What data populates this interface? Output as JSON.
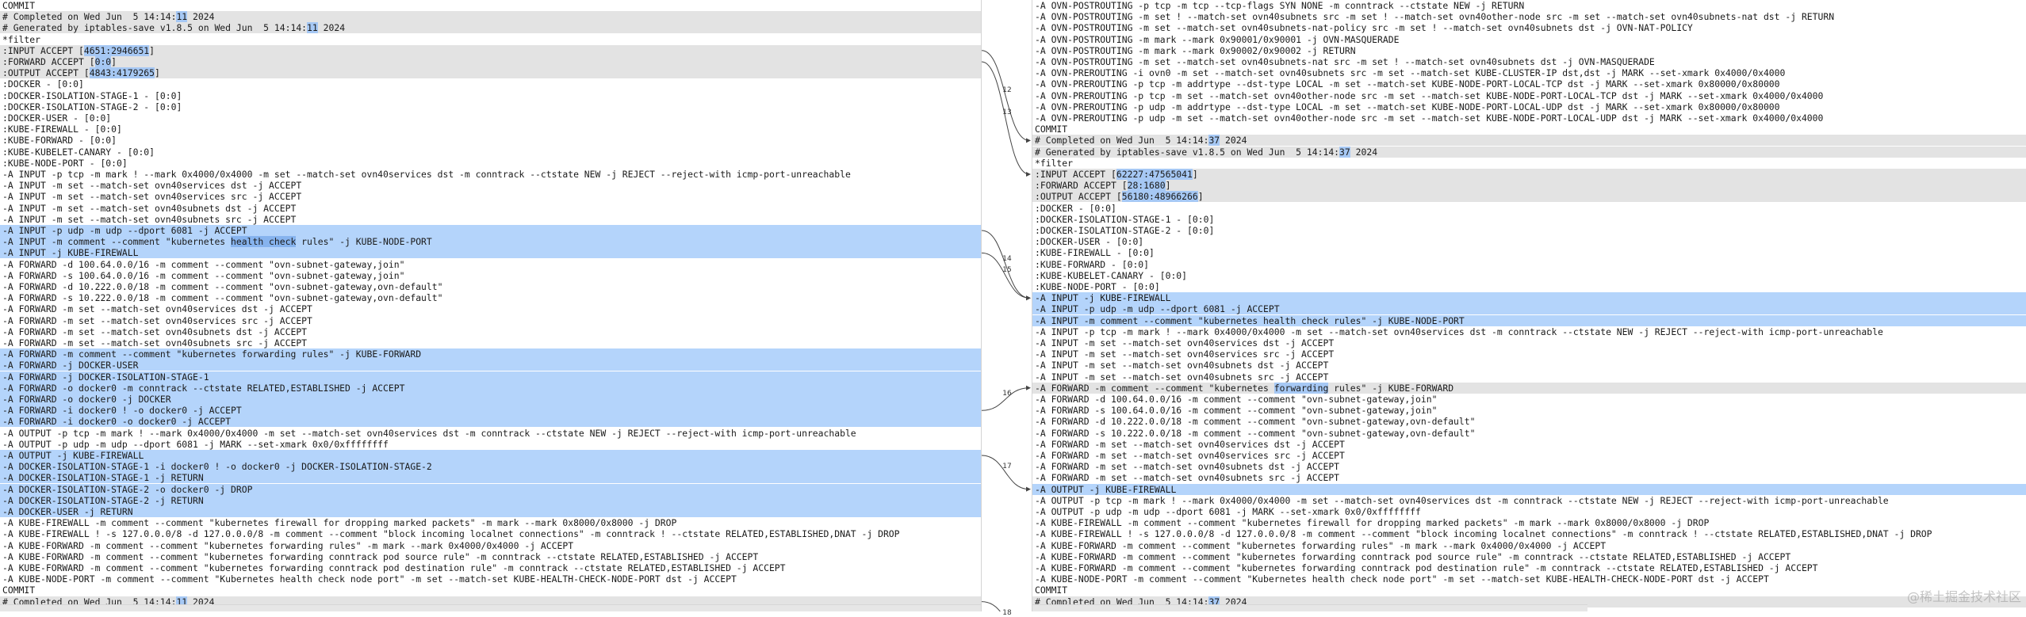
{
  "left": {
    "lines": [
      {
        "t": "COMMIT",
        "k": "ctx"
      },
      {
        "t": "# Completed on Wed Jun  5 14:14:11 2024",
        "k": "chg",
        "hl": "11"
      },
      {
        "t": "# Generated by iptables-save v1.8.5 on Wed Jun  5 14:14:11 2024",
        "k": "chg",
        "hl": "11"
      },
      {
        "t": "*filter",
        "k": "ctx"
      },
      {
        "t": ":INPUT ACCEPT [4651:2946651]",
        "k": "chg",
        "hl": "4651:2946651"
      },
      {
        "t": ":FORWARD ACCEPT [0:0]",
        "k": "chg",
        "hl": "0:0"
      },
      {
        "t": ":OUTPUT ACCEPT [4843:4179265]",
        "k": "chg",
        "hl": "4843:4179265"
      },
      {
        "t": ":DOCKER - [0:0]",
        "k": "ctx"
      },
      {
        "t": ":DOCKER-ISOLATION-STAGE-1 - [0:0]",
        "k": "ctx"
      },
      {
        "t": ":DOCKER-ISOLATION-STAGE-2 - [0:0]",
        "k": "ctx"
      },
      {
        "t": ":DOCKER-USER - [0:0]",
        "k": "ctx"
      },
      {
        "t": ":KUBE-FIREWALL - [0:0]",
        "k": "ctx"
      },
      {
        "t": ":KUBE-FORWARD - [0:0]",
        "k": "ctx"
      },
      {
        "t": ":KUBE-KUBELET-CANARY - [0:0]",
        "k": "ctx"
      },
      {
        "t": ":KUBE-NODE-PORT - [0:0]",
        "k": "ctx"
      },
      {
        "t": "-A INPUT -p tcp -m mark ! --mark 0x4000/0x4000 -m set --match-set ovn40services dst -m conntrack --ctstate NEW -j REJECT --reject-with icmp-port-unreachable",
        "k": "ctx"
      },
      {
        "t": "-A INPUT -m set --match-set ovn40services dst -j ACCEPT",
        "k": "ctx"
      },
      {
        "t": "-A INPUT -m set --match-set ovn40services src -j ACCEPT",
        "k": "ctx"
      },
      {
        "t": "-A INPUT -m set --match-set ovn40subnets dst -j ACCEPT",
        "k": "ctx"
      },
      {
        "t": "-A INPUT -m set --match-set ovn40subnets src -j ACCEPT",
        "k": "ctx"
      },
      {
        "t": "-A INPUT -p udp -m udp --dport 6081 -j ACCEPT",
        "k": "mov"
      },
      {
        "t": "-A INPUT -m comment --comment \"kubernetes health check rules\" -j KUBE-NODE-PORT",
        "k": "mov",
        "hl": "health check"
      },
      {
        "t": "-A INPUT -j KUBE-FIREWALL",
        "k": "mov"
      },
      {
        "t": "-A FORWARD -d 100.64.0.0/16 -m comment --comment \"ovn-subnet-gateway,join\"",
        "k": "ctx"
      },
      {
        "t": "-A FORWARD -s 100.64.0.0/16 -m comment --comment \"ovn-subnet-gateway,join\"",
        "k": "ctx"
      },
      {
        "t": "-A FORWARD -d 10.222.0.0/18 -m comment --comment \"ovn-subnet-gateway,ovn-default\"",
        "k": "ctx"
      },
      {
        "t": "-A FORWARD -s 10.222.0.0/18 -m comment --comment \"ovn-subnet-gateway,ovn-default\"",
        "k": "ctx"
      },
      {
        "t": "-A FORWARD -m set --match-set ovn40services dst -j ACCEPT",
        "k": "ctx"
      },
      {
        "t": "-A FORWARD -m set --match-set ovn40services src -j ACCEPT",
        "k": "ctx"
      },
      {
        "t": "-A FORWARD -m set --match-set ovn40subnets dst -j ACCEPT",
        "k": "ctx"
      },
      {
        "t": "-A FORWARD -m set --match-set ovn40subnets src -j ACCEPT",
        "k": "ctx"
      },
      {
        "t": "-A FORWARD -m comment --comment \"kubernetes forwarding rules\" -j KUBE-FORWARD",
        "k": "mov"
      },
      {
        "t": "-A FORWARD -j DOCKER-USER",
        "k": "mov"
      },
      {
        "t": "-A FORWARD -j DOCKER-ISOLATION-STAGE-1",
        "k": "mov"
      },
      {
        "t": "-A FORWARD -o docker0 -m conntrack --ctstate RELATED,ESTABLISHED -j ACCEPT",
        "k": "mov"
      },
      {
        "t": "-A FORWARD -o docker0 -j DOCKER",
        "k": "mov"
      },
      {
        "t": "-A FORWARD -i docker0 ! -o docker0 -j ACCEPT",
        "k": "mov"
      },
      {
        "t": "-A FORWARD -i docker0 -o docker0 -j ACCEPT",
        "k": "mov"
      },
      {
        "t": "-A OUTPUT -p tcp -m mark ! --mark 0x4000/0x4000 -m set --match-set ovn40services dst -m conntrack --ctstate NEW -j REJECT --reject-with icmp-port-unreachable",
        "k": "ctx"
      },
      {
        "t": "-A OUTPUT -p udp -m udp --dport 6081 -j MARK --set-xmark 0x0/0xffffffff",
        "k": "ctx"
      },
      {
        "t": "-A OUTPUT -j KUBE-FIREWALL",
        "k": "mov"
      },
      {
        "t": "-A DOCKER-ISOLATION-STAGE-1 -i docker0 ! -o docker0 -j DOCKER-ISOLATION-STAGE-2",
        "k": "mov"
      },
      {
        "t": "-A DOCKER-ISOLATION-STAGE-1 -j RETURN",
        "k": "mov"
      },
      {
        "t": "-A DOCKER-ISOLATION-STAGE-2 -o docker0 -j DROP",
        "k": "mov"
      },
      {
        "t": "-A DOCKER-ISOLATION-STAGE-2 -j RETURN",
        "k": "mov"
      },
      {
        "t": "-A DOCKER-USER -j RETURN",
        "k": "mov"
      },
      {
        "t": "-A KUBE-FIREWALL -m comment --comment \"kubernetes firewall for dropping marked packets\" -m mark --mark 0x8000/0x8000 -j DROP",
        "k": "ctx"
      },
      {
        "t": "-A KUBE-FIREWALL ! -s 127.0.0.0/8 -d 127.0.0.0/8 -m comment --comment \"block incoming localnet connections\" -m conntrack ! --ctstate RELATED,ESTABLISHED,DNAT -j DROP",
        "k": "ctx"
      },
      {
        "t": "-A KUBE-FORWARD -m comment --comment \"kubernetes forwarding rules\" -m mark --mark 0x4000/0x4000 -j ACCEPT",
        "k": "ctx"
      },
      {
        "t": "-A KUBE-FORWARD -m comment --comment \"kubernetes forwarding conntrack pod source rule\" -m conntrack --ctstate RELATED,ESTABLISHED -j ACCEPT",
        "k": "ctx"
      },
      {
        "t": "-A KUBE-FORWARD -m comment --comment \"kubernetes forwarding conntrack pod destination rule\" -m conntrack --ctstate RELATED,ESTABLISHED -j ACCEPT",
        "k": "ctx"
      },
      {
        "t": "-A KUBE-NODE-PORT -m comment --comment \"Kubernetes health check node port\" -m set --match-set KUBE-HEALTH-CHECK-NODE-PORT dst -j ACCEPT",
        "k": "ctx"
      },
      {
        "t": "COMMIT",
        "k": "ctx"
      },
      {
        "t": "# Completed on Wed Jun  5 14:14:11 2024",
        "k": "chg",
        "hl": "11"
      }
    ]
  },
  "right": {
    "lines": [
      {
        "t": "-A OVN-POSTROUTING -p tcp -m tcp --tcp-flags SYN NONE -m conntrack --ctstate NEW -j RETURN",
        "k": "ctx"
      },
      {
        "t": "-A OVN-POSTROUTING -m set ! --match-set ovn40subnets src -m set ! --match-set ovn40other-node src -m set --match-set ovn40subnets-nat dst -j RETURN",
        "k": "ctx"
      },
      {
        "t": "-A OVN-POSTROUTING -m set --match-set ovn40subnets-nat-policy src -m set ! --match-set ovn40subnets dst -j OVN-NAT-POLICY",
        "k": "ctx"
      },
      {
        "t": "-A OVN-POSTROUTING -m mark --mark 0x90001/0x90001 -j OVN-MASQUERADE",
        "k": "ctx"
      },
      {
        "t": "-A OVN-POSTROUTING -m mark --mark 0x90002/0x90002 -j RETURN",
        "k": "ctx"
      },
      {
        "t": "-A OVN-POSTROUTING -m set --match-set ovn40subnets-nat src -m set ! --match-set ovn40subnets dst -j OVN-MASQUERADE",
        "k": "ctx"
      },
      {
        "t": "-A OVN-PREROUTING -i ovn0 -m set --match-set ovn40subnets src -m set --match-set KUBE-CLUSTER-IP dst,dst -j MARK --set-xmark 0x4000/0x4000",
        "k": "ctx"
      },
      {
        "t": "-A OVN-PREROUTING -p tcp -m addrtype --dst-type LOCAL -m set --match-set KUBE-NODE-PORT-LOCAL-TCP dst -j MARK --set-xmark 0x80000/0x80000",
        "k": "ctx"
      },
      {
        "t": "-A OVN-PREROUTING -p tcp -m set --match-set ovn40other-node src -m set --match-set KUBE-NODE-PORT-LOCAL-TCP dst -j MARK --set-xmark 0x4000/0x4000",
        "k": "ctx"
      },
      {
        "t": "-A OVN-PREROUTING -p udp -m addrtype --dst-type LOCAL -m set --match-set KUBE-NODE-PORT-LOCAL-UDP dst -j MARK --set-xmark 0x80000/0x80000",
        "k": "ctx"
      },
      {
        "t": "-A OVN-PREROUTING -p udp -m set --match-set ovn40other-node src -m set --match-set KUBE-NODE-PORT-LOCAL-UDP dst -j MARK --set-xmark 0x4000/0x4000",
        "k": "ctx"
      },
      {
        "t": "COMMIT",
        "k": "ctx"
      },
      {
        "t": "# Completed on Wed Jun  5 14:14:37 2024",
        "k": "chg",
        "hl": "37"
      },
      {
        "t": "# Generated by iptables-save v1.8.5 on Wed Jun  5 14:14:37 2024",
        "k": "chg",
        "hl": "37"
      },
      {
        "t": "*filter",
        "k": "ctx"
      },
      {
        "t": ":INPUT ACCEPT [62227:47565041]",
        "k": "chg",
        "hl": "62227:47565041"
      },
      {
        "t": ":FORWARD ACCEPT [28:1680]",
        "k": "chg",
        "hl": "28:1680"
      },
      {
        "t": ":OUTPUT ACCEPT [56180:48966266]",
        "k": "chg",
        "hl": "56180:48966266"
      },
      {
        "t": ":DOCKER - [0:0]",
        "k": "ctx"
      },
      {
        "t": ":DOCKER-ISOLATION-STAGE-1 - [0:0]",
        "k": "ctx"
      },
      {
        "t": ":DOCKER-ISOLATION-STAGE-2 - [0:0]",
        "k": "ctx"
      },
      {
        "t": ":DOCKER-USER - [0:0]",
        "k": "ctx"
      },
      {
        "t": ":KUBE-FIREWALL - [0:0]",
        "k": "ctx"
      },
      {
        "t": ":KUBE-FORWARD - [0:0]",
        "k": "ctx"
      },
      {
        "t": ":KUBE-KUBELET-CANARY - [0:0]",
        "k": "ctx"
      },
      {
        "t": ":KUBE-NODE-PORT - [0:0]",
        "k": "ctx"
      },
      {
        "t": "-A INPUT -j KUBE-FIREWALL",
        "k": "mov"
      },
      {
        "t": "-A INPUT -p udp -m udp --dport 6081 -j ACCEPT",
        "k": "mov"
      },
      {
        "t": "-A INPUT -m comment --comment \"kubernetes health check rules\" -j KUBE-NODE-PORT",
        "k": "mov"
      },
      {
        "t": "-A INPUT -p tcp -m mark ! --mark 0x4000/0x4000 -m set --match-set ovn40services dst -m conntrack --ctstate NEW -j REJECT --reject-with icmp-port-unreachable",
        "k": "ctx"
      },
      {
        "t": "-A INPUT -m set --match-set ovn40services dst -j ACCEPT",
        "k": "ctx"
      },
      {
        "t": "-A INPUT -m set --match-set ovn40services src -j ACCEPT",
        "k": "ctx"
      },
      {
        "t": "-A INPUT -m set --match-set ovn40subnets dst -j ACCEPT",
        "k": "ctx"
      },
      {
        "t": "-A INPUT -m set --match-set ovn40subnets src -j ACCEPT",
        "k": "ctx"
      },
      {
        "t": "-A FORWARD -m comment --comment \"kubernetes forwarding rules\" -j KUBE-FORWARD",
        "k": "chg",
        "hl": "forwarding"
      },
      {
        "t": "-A FORWARD -d 100.64.0.0/16 -m comment --comment \"ovn-subnet-gateway,join\"",
        "k": "ctx"
      },
      {
        "t": "-A FORWARD -s 100.64.0.0/16 -m comment --comment \"ovn-subnet-gateway,join\"",
        "k": "ctx"
      },
      {
        "t": "-A FORWARD -d 10.222.0.0/18 -m comment --comment \"ovn-subnet-gateway,ovn-default\"",
        "k": "ctx"
      },
      {
        "t": "-A FORWARD -s 10.222.0.0/18 -m comment --comment \"ovn-subnet-gateway,ovn-default\"",
        "k": "ctx"
      },
      {
        "t": "-A FORWARD -m set --match-set ovn40services dst -j ACCEPT",
        "k": "ctx"
      },
      {
        "t": "-A FORWARD -m set --match-set ovn40services src -j ACCEPT",
        "k": "ctx"
      },
      {
        "t": "-A FORWARD -m set --match-set ovn40subnets dst -j ACCEPT",
        "k": "ctx"
      },
      {
        "t": "-A FORWARD -m set --match-set ovn40subnets src -j ACCEPT",
        "k": "ctx"
      },
      {
        "t": "-A OUTPUT -j KUBE-FIREWALL",
        "k": "mov"
      },
      {
        "t": "-A OUTPUT -p tcp -m mark ! --mark 0x4000/0x4000 -m set --match-set ovn40services dst -m conntrack --ctstate NEW -j REJECT --reject-with icmp-port-unreachable",
        "k": "ctx"
      },
      {
        "t": "-A OUTPUT -p udp -m udp --dport 6081 -j MARK --set-xmark 0x0/0xffffffff",
        "k": "ctx"
      },
      {
        "t": "-A KUBE-FIREWALL -m comment --comment \"kubernetes firewall for dropping marked packets\" -m mark --mark 0x8000/0x8000 -j DROP",
        "k": "ctx"
      },
      {
        "t": "-A KUBE-FIREWALL ! -s 127.0.0.0/8 -d 127.0.0.0/8 -m comment --comment \"block incoming localnet connections\" -m conntrack ! --ctstate RELATED,ESTABLISHED,DNAT -j DROP",
        "k": "ctx"
      },
      {
        "t": "-A KUBE-FORWARD -m comment --comment \"kubernetes forwarding rules\" -m mark --mark 0x4000/0x4000 -j ACCEPT",
        "k": "ctx"
      },
      {
        "t": "-A KUBE-FORWARD -m comment --comment \"kubernetes forwarding conntrack pod source rule\" -m conntrack --ctstate RELATED,ESTABLISHED -j ACCEPT",
        "k": "ctx"
      },
      {
        "t": "-A KUBE-FORWARD -m comment --comment \"kubernetes forwarding conntrack pod destination rule\" -m conntrack --ctstate RELATED,ESTABLISHED -j ACCEPT",
        "k": "ctx"
      },
      {
        "t": "-A KUBE-NODE-PORT -m comment --comment \"Kubernetes health check node port\" -m set --match-set KUBE-HEALTH-CHECK-NODE-PORT dst -j ACCEPT",
        "k": "ctx"
      },
      {
        "t": "COMMIT",
        "k": "ctx"
      },
      {
        "t": "# Completed on Wed Jun  5 14:14:37 2024",
        "k": "chg",
        "hl": "37"
      }
    ]
  },
  "gutter": {
    "chunks": [
      {
        "label": "12",
        "li": 4,
        "ri": 12
      },
      {
        "label": "13",
        "li": 5,
        "ri": 15
      },
      {
        "label": "14",
        "li": 20,
        "ri": 26
      },
      {
        "label": "15",
        "li": 22,
        "ri": 26
      },
      {
        "label": "16",
        "li": 36,
        "ri": 34
      },
      {
        "label": "17",
        "li": 40,
        "ri": 43
      },
      {
        "label": "18",
        "li": 53,
        "ri": 56
      }
    ]
  },
  "watermark": "@稀土掘金技术社区"
}
